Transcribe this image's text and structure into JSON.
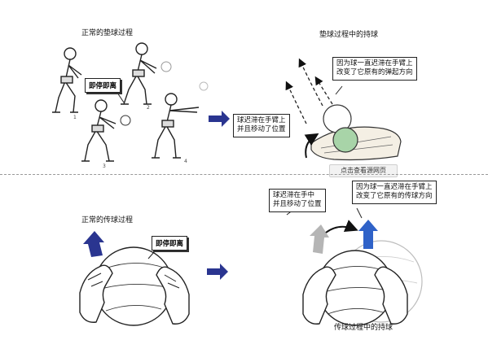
{
  "top": {
    "left_title": "正常的垫球过程",
    "right_title": "垫球过程中的持球",
    "instant_label": "即停即离",
    "step_numbers": [
      "1",
      "2",
      "3",
      "4"
    ],
    "box_held_line1": "球迟滞在手臂上",
    "box_held_line2": "并且移动了位置",
    "box_changed_line1": "因为球一直迟滞在手臂上",
    "box_changed_line2": "改变了它原有的弹起方向",
    "view_source": "点击查看源网页"
  },
  "bottom": {
    "left_title": "正常的传球过程",
    "instant_label": "即停即离",
    "box_held_line1": "球迟滞在手中",
    "box_held_line2": "并且移动了位置",
    "box_changed_line1": "因为球一直迟滞在手臂上",
    "box_changed_line2": "改变了它原有的传球方向",
    "caption": "传球过程中的持球"
  },
  "colors": {
    "arrow_blue": "#2a3590",
    "up_arrow_blue": "#2f62c8",
    "grey_arrow": "#b5b5b5",
    "ball_green": "#a8d4a8"
  }
}
